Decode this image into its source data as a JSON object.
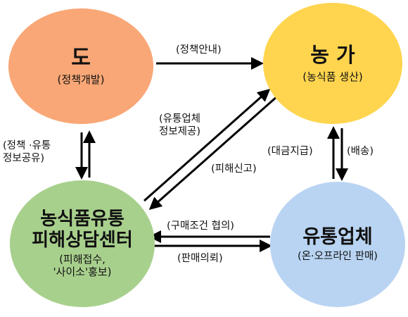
{
  "colors": {
    "province": "#f9a776",
    "farm": "#ffd54f",
    "center": "#a8d08d",
    "distributor": "#b9d4f2",
    "arrow": "#000000"
  },
  "nodes": {
    "province": {
      "title": "도",
      "sub": "(정책개발)"
    },
    "farm": {
      "title": "농 가",
      "sub": "(농식품 생산)"
    },
    "center": {
      "title_line1": "농식품유통",
      "title_line2": "피해상담센터",
      "sub_line1": "(피해접수,",
      "sub_line2": "'사이소'홍보)"
    },
    "distributor": {
      "title": "유통업체",
      "sub": "(온·오프라인 판매)"
    }
  },
  "edges": {
    "policy_guide": "(정책안내)",
    "policy_share_line1": "(정책 ·유통",
    "policy_share_line2": "정보공유)",
    "distributor_info_line1": "(유통업체",
    "distributor_info_line2": "정보제공)",
    "damage_report": "(피해신고)",
    "payment": "(대금지급)",
    "delivery": "(배송)",
    "purchase_terms": "(구매조건 협의)",
    "sales_request": "(판매의뢰)"
  }
}
